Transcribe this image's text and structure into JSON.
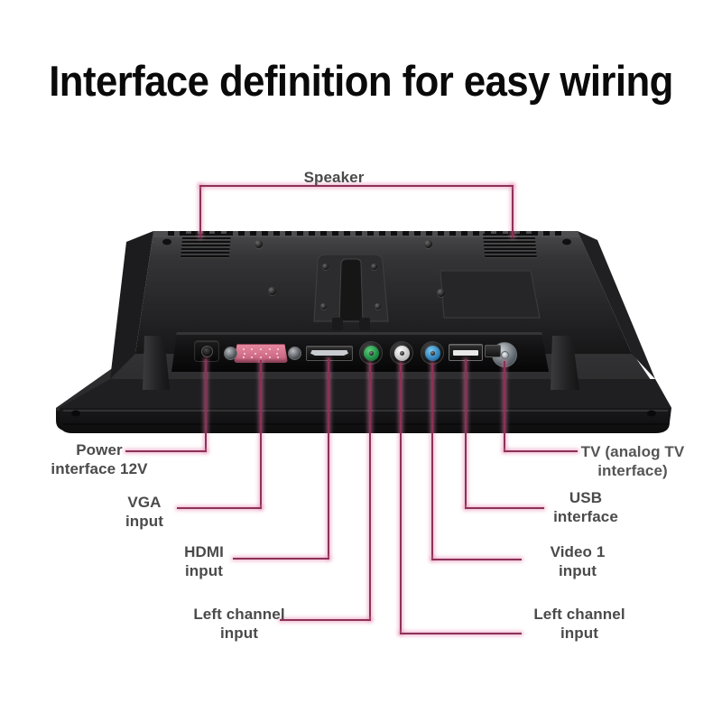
{
  "page": {
    "title": "Interface definition for easy wiring",
    "background_color": "#ffffff",
    "leader_line_color": "#8c3257",
    "label_color": "#4a4a4a"
  },
  "product": {
    "type": "lcd-monitor-rear-view",
    "body_color": "#1a1a1a",
    "components": [
      {
        "name": "speaker-grille-left"
      },
      {
        "name": "speaker-grille-right"
      },
      {
        "name": "vesa-stand-mount"
      },
      {
        "name": "recessed-panel"
      },
      {
        "name": "stand-leg-left"
      },
      {
        "name": "stand-leg-right"
      }
    ]
  },
  "ports": [
    {
      "id": "power",
      "icon": "dc-barrel-jack-icon",
      "color": "#0a0a0a"
    },
    {
      "id": "vga",
      "icon": "vga-d-sub-icon",
      "color": "#d6748f"
    },
    {
      "id": "hdmi",
      "icon": "hdmi-icon",
      "color": "#c9ccd0"
    },
    {
      "id": "audio-green",
      "icon": "rca-jack-icon",
      "color": "#3fae5e"
    },
    {
      "id": "audio-white",
      "icon": "rca-jack-icon",
      "color": "#f0f0f0"
    },
    {
      "id": "video-blue",
      "icon": "rca-jack-icon",
      "color": "#4aa3d8"
    },
    {
      "id": "usb",
      "icon": "usb-a-port-icon",
      "color": "#e9e9e9"
    },
    {
      "id": "tv-coax",
      "icon": "coaxial-connector-icon",
      "color": "#9aa3a8"
    }
  ],
  "callouts": {
    "speaker": {
      "label": "Speaker"
    },
    "power": {
      "label": "Power\ninterface 12V"
    },
    "vga": {
      "label": "VGA\ninput"
    },
    "hdmi": {
      "label": "HDMI\ninput"
    },
    "left_channel_1": {
      "label": "Left channel\ninput"
    },
    "left_channel_2": {
      "label": "Left channel\ninput"
    },
    "video1": {
      "label": "Video 1\ninput"
    },
    "usb": {
      "label": "USB\ninterface"
    },
    "tv": {
      "label": "TV (analog TV\ninterface)"
    }
  }
}
